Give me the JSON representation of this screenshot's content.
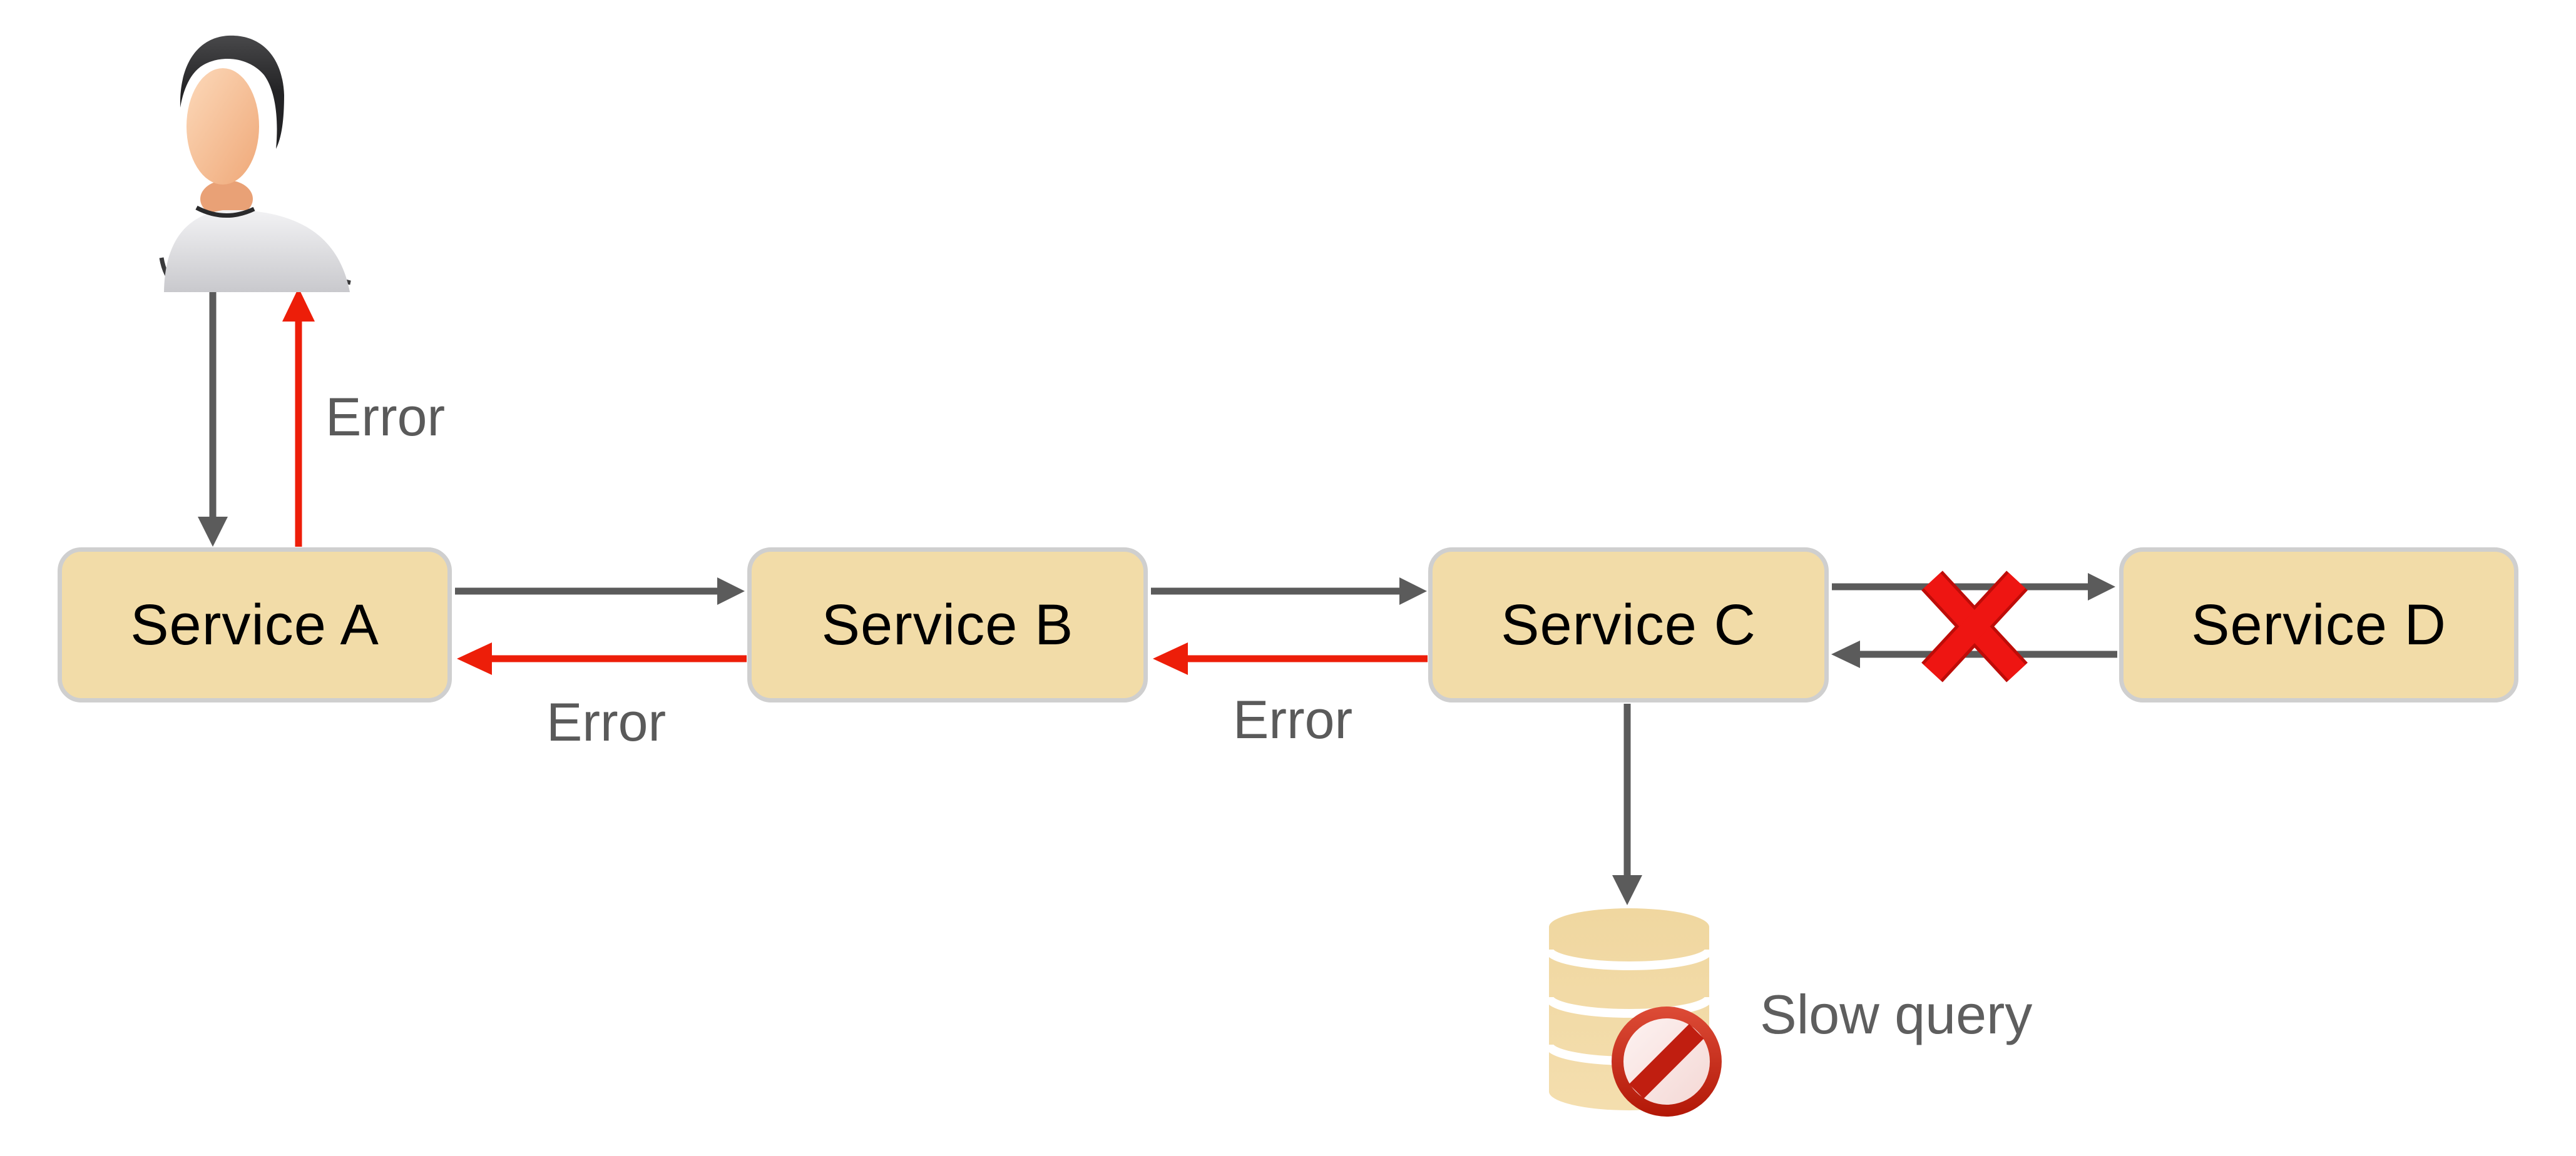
{
  "diagram": {
    "type": "microservice-failure-flow",
    "background": "#FFFFFF",
    "actor": {
      "icon": "user-icon"
    },
    "services": [
      {
        "id": "A",
        "label": "Service A"
      },
      {
        "id": "B",
        "label": "Service B"
      },
      {
        "id": "C",
        "label": "Service C"
      },
      {
        "id": "D",
        "label": "Service D"
      }
    ],
    "labels": {
      "error_user": "Error",
      "error_ab": "Error",
      "error_bc": "Error",
      "slow_query": "Slow query"
    },
    "database": {
      "icon": "database-icon",
      "status_icon": "no-entry-icon",
      "annotation": "Slow query"
    },
    "edges": [
      {
        "from": "user",
        "to": "service-a",
        "type": "request",
        "color": "#5B5B5B"
      },
      {
        "from": "service-a",
        "to": "user",
        "type": "error",
        "color": "#ED1E09",
        "label": "Error"
      },
      {
        "from": "service-a",
        "to": "service-b",
        "type": "request",
        "color": "#5B5B5B"
      },
      {
        "from": "service-b",
        "to": "service-a",
        "type": "error",
        "color": "#ED1E09",
        "label": "Error"
      },
      {
        "from": "service-b",
        "to": "service-c",
        "type": "request",
        "color": "#5B5B5B"
      },
      {
        "from": "service-c",
        "to": "service-b",
        "type": "error",
        "color": "#ED1E09",
        "label": "Error"
      },
      {
        "from": "service-c",
        "to": "service-d",
        "type": "request-blocked",
        "color": "#5B5B5B",
        "marker": "failure-x-icon"
      },
      {
        "from": "service-d",
        "to": "service-c",
        "type": "response",
        "color": "#5B5B5B"
      },
      {
        "from": "service-c",
        "to": "database",
        "type": "query",
        "color": "#5B5B5B",
        "annotation": "Slow query"
      }
    ],
    "colors": {
      "box_fill": "#F2DCA8",
      "box_border": "#CFCFCF",
      "box_text": "#000000",
      "arrow_gray": "#5B5B5B",
      "arrow_red": "#ED1E09",
      "label_gray": "#5A5A5A",
      "x_red": "#EE1512",
      "cylinder_fill": "#F2DAA4",
      "prohibit_ring_top": "#DD4C37",
      "prohibit_ring_bottom": "#B21707",
      "prohibit_bar": "#C01E10",
      "prohibit_bg": "#FBEBEA"
    }
  }
}
